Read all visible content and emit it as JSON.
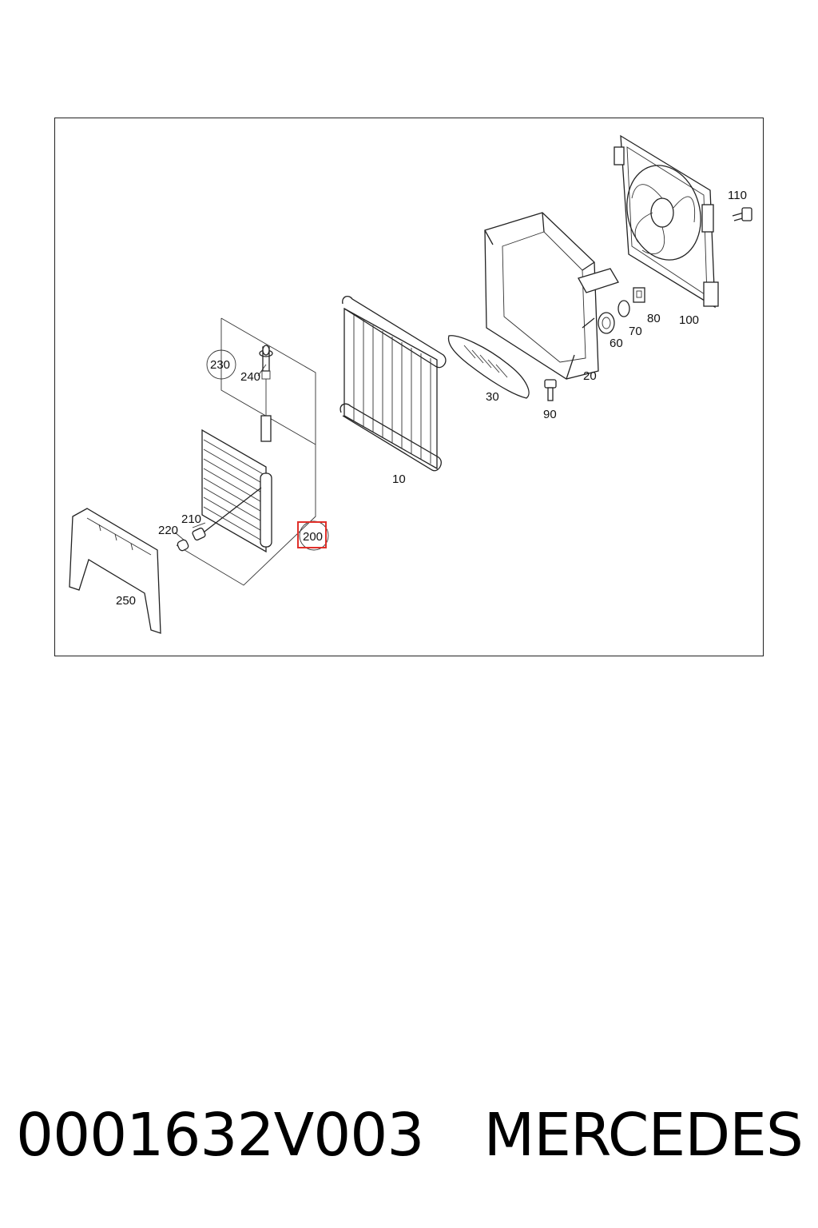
{
  "diagram": {
    "callouts": {
      "c10": "10",
      "c20": "20",
      "c30": "30",
      "c60": "60",
      "c70": "70",
      "c80": "80",
      "c90": "90",
      "c100": "100",
      "c110": "110",
      "c200": "200",
      "c210": "210",
      "c220": "220",
      "c230": "230",
      "c240": "240",
      "c250": "250"
    },
    "highlight_color": "#e0302a",
    "highlighted_callout": "200"
  },
  "footer": {
    "part_number": "0001632V003",
    "brand": "MERCEDES"
  }
}
